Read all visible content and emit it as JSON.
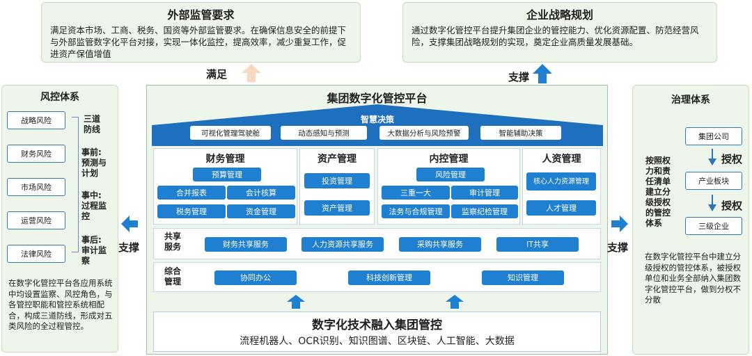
{
  "top_left": {
    "title": "外部监管要求",
    "text": "满足资本市场、工商、税务、国资等外部监管要求。在确保信息安全的前提下与外部监管数字化平台对接，实现一体化监控，提高效率，减少重复工作，促进资产保值增值",
    "arrow_label": "满足"
  },
  "top_right": {
    "title": "企业战略规划",
    "text": "通过数字化管控平台提升集团企业的管控能力、优化资源配置、防范经营风险，支撑集团战略规划的实现，奠定企业高质量发展基础。",
    "arrow_label": "支撑"
  },
  "left_panel": {
    "title": "风控体系",
    "risks": [
      "战略风险",
      "财务风险",
      "市场风险",
      "运营风险",
      "法律风险"
    ],
    "line_defense": "三道\n防线",
    "before": "事前:\n预测与\n计划",
    "during": "事中:\n过程监\n控",
    "after": "事后:\n审计监\n察",
    "desc": "在数字化管控平台各应用系统中均设置监察、风控角色，与各管控职能和管控系统相配合，构成三道防线，形成对五类风险的全过程管控。",
    "arrow_label": "支撑"
  },
  "right_panel": {
    "title": "治理体系",
    "side_text": "按照权\n力和责\n任清单\n建立分\n级授权\n的管控\n体系",
    "levels": [
      "集团公司",
      "产业板块",
      "三级企业"
    ],
    "grant_label_1": "授权",
    "grant_label_2": "授权",
    "desc": "在数字化管控平台中建立分级授权的管控体系，被授权单位和业务全部纳入集团数字化管控平台，做到分权不分散",
    "arrow_label": "支撑"
  },
  "center": {
    "title": "集团数字化管控平台",
    "smart_title": "智慧决策",
    "smart_items": [
      "可视化管理驾驶舱",
      "动态感知与预测",
      "大数据分析与风险预警",
      "智能辅助决策"
    ],
    "modules": {
      "finance": {
        "title": "财务管理",
        "items": [
          "预算管理",
          "合并报表",
          "会计核算",
          "税务管理",
          "资金管理"
        ]
      },
      "asset": {
        "title": "资产管理",
        "items": [
          "投资管理",
          "资产管理"
        ]
      },
      "control": {
        "title": "内控管理",
        "items": [
          "风险管理",
          "三重一大",
          "审计管理",
          "法务与合规管理",
          "监察纪检管理"
        ]
      },
      "hr": {
        "title": "人资管理",
        "items": [
          "核心人力资源管理",
          "人才管理"
        ]
      }
    },
    "shared_label": "共享\n服务",
    "shared_items": [
      "财务共享服务",
      "人力资源共享服务",
      "采购共享服务",
      "IT共享"
    ],
    "general_label": "综合\n管理",
    "general_items": [
      "协同办公",
      "科技创新管理",
      "知识管理"
    ],
    "bottom_title": "数字化技术融入集团管控",
    "bottom_text": "流程机器人、OCR识别、知识图谱、区块链、人工智能、大数据"
  },
  "colors": {
    "accent": "#1f7fd1",
    "green_bg": "#eef5ea",
    "dark_blue": "#1f5fa8"
  }
}
